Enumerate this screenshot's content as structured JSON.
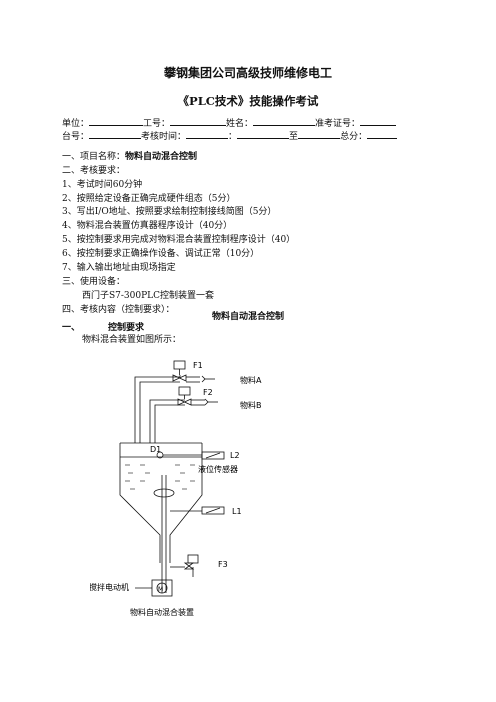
{
  "header": {
    "org_title": "攀钢集团公司高级技师维修电工",
    "exam_title": "《PLC技术》技能操作考试"
  },
  "info": {
    "unit": "单位：",
    "work_no": "工号：",
    "name": "姓名：",
    "ticket_no": "准考证号：",
    "station_no": "台号：",
    "exam_time": "考核时间：",
    "colon": "：",
    "to": "至",
    "total": "总分："
  },
  "sections": {
    "project_label": "一、项目名称：",
    "project_name": "物料自动混合控制",
    "requirements_label": "二、考核要求：",
    "requirements": [
      "1、考试时间60分钟",
      "2、按照给定设备正确完成硬件组态（5分）",
      "3、写出I/O地址、按照要求绘制控制接线简图（5分）",
      "4、物料混合装置仿真器程序设计（40分）",
      "5、按控制要求用完成对物料混合装置控制程序设计（40）",
      "6、按控制要求正确操作设备、调试正常（10分）",
      "7、输入输出地址由现场指定"
    ],
    "equipment_label": "三、使用设备：",
    "equipment": "西门子S7-300PLC控制装置一套",
    "content_label": "四、考核内容（控制要求）："
  },
  "content": {
    "title": "物料自动混合控制",
    "part_num": "一、",
    "part_title": "控制要求",
    "intro": "物料混合装置如图所示："
  },
  "diagram": {
    "f1": "F1",
    "material_a": "物料A",
    "f2": "F2",
    "material_b": "物料B",
    "d1": "D1",
    "l2": "L2",
    "level_sensor": "液位传感器",
    "l1": "L1",
    "f3": "F3",
    "motor": "搅拌电动机",
    "m": "M",
    "caption": "物料自动混合装置"
  }
}
